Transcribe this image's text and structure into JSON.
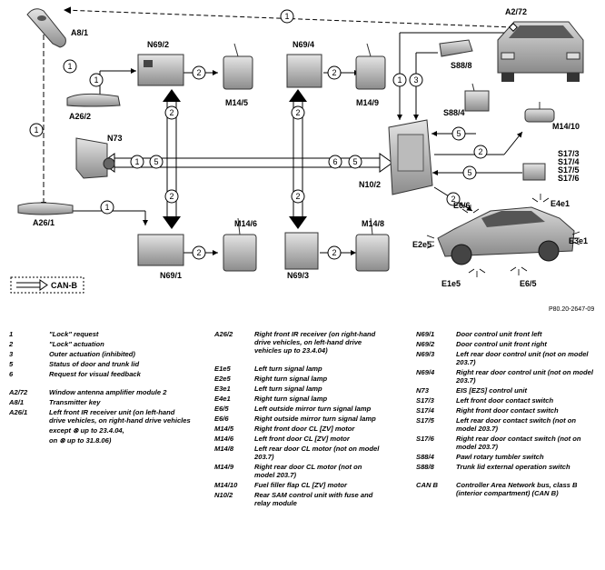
{
  "diagram": {
    "components": {
      "a8_1": "A8/1",
      "a26_2": "A26/2",
      "a26_1": "A26/1",
      "n69_2": "N69/2",
      "n69_4": "N69/4",
      "n69_1": "N69/1",
      "n69_3": "N69/3",
      "n73": "N73",
      "n10_2": "N10/2",
      "m14_5": "M14/5",
      "m14_9": "M14/9",
      "m14_6": "M14/6",
      "m14_8": "M14/8",
      "m14_10": "M14/10",
      "a2_72": "A2/72",
      "s88_8": "S88/8",
      "s88_4": "S88/4",
      "s17_3": "S17/3",
      "s17_4": "S17/4",
      "s17_5": "S17/5",
      "s17_6": "S17/6",
      "e6_6": "E6/6",
      "e6_5": "E6/5",
      "e4e1": "E4e1",
      "e3e1": "E3e1",
      "e2e5": "E2e5",
      "e1e5": "E1e5"
    },
    "signals": [
      "1",
      "2",
      "3",
      "5",
      "6"
    ],
    "canb_label": "CAN-B",
    "figure_id": "P80.20-2647-09"
  },
  "legend": {
    "col1": [
      {
        "code": "1",
        "text": "\"Lock\" request"
      },
      {
        "code": "2",
        "text": "\"Lock\" actuation"
      },
      {
        "code": "3",
        "text": "Outer actuation (inhibited)"
      },
      {
        "code": "5",
        "text": "Status of door and trunk lid"
      },
      {
        "code": "6",
        "text": "Request for visual feedback"
      },
      {
        "code": "",
        "text": ""
      },
      {
        "code": "A2/72",
        "text": "Window antenna amplifier module 2"
      },
      {
        "code": "A8/1",
        "text": "Transmitter key"
      },
      {
        "code": "A26/1",
        "text": "Left front IR receiver unit (on left-hand drive vehicles, on right-hand drive vehicles"
      },
      {
        "code": "",
        "text": "except ⊗ up to 23.4.04,"
      },
      {
        "code": "",
        "text": "on ⊗ up to 31.8.06)"
      }
    ],
    "col2": [
      {
        "code": "A26/2",
        "text": "Right front IR receiver (on right-hand drive vehicles, on left-hand drive vehicles up to 23.4.04)"
      },
      {
        "code": "",
        "text": ""
      },
      {
        "code": "E1e5",
        "text": "Left turn signal lamp"
      },
      {
        "code": "E2e5",
        "text": "Right turn signal lamp"
      },
      {
        "code": "E3e1",
        "text": "Left turn signal lamp"
      },
      {
        "code": "E4e1",
        "text": "Right turn signal lamp"
      },
      {
        "code": "E6/5",
        "text": "Left outside mirror turn signal lamp"
      },
      {
        "code": "E6/6",
        "text": "Right outside mirror turn signal lamp"
      },
      {
        "code": "M14/5",
        "text": "Right front door CL [ZV] motor"
      },
      {
        "code": "M14/6",
        "text": "Left front door CL [ZV] motor"
      },
      {
        "code": "M14/8",
        "text": "Left rear door CL motor (not on model 203.7)"
      },
      {
        "code": "M14/9",
        "text": "Right rear door CL motor (not on model 203.7)"
      },
      {
        "code": "M14/10",
        "text": "Fuel filler flap CL [ZV] motor"
      },
      {
        "code": "N10/2",
        "text": "Rear SAM control unit with fuse and relay module"
      }
    ],
    "col3": [
      {
        "code": "N69/1",
        "text": "Door control unit front left"
      },
      {
        "code": "N69/2",
        "text": "Door control unit front right"
      },
      {
        "code": "N69/3",
        "text": "Left rear door control unit (not on model 203.7)"
      },
      {
        "code": "N69/4",
        "text": "Right rear door control unit (not on model 203.7)"
      },
      {
        "code": "N73",
        "text": "EIS [EZS] control unit"
      },
      {
        "code": "S17/3",
        "text": "Left front door contact switch"
      },
      {
        "code": "S17/4",
        "text": "Right front door contact switch"
      },
      {
        "code": "S17/5",
        "text": "Left rear door contact switch (not on model 203.7)"
      },
      {
        "code": "S17/6",
        "text": "Right rear door contact switch (not on model 203.7)"
      },
      {
        "code": "S88/4",
        "text": "Pawl rotary tumbler switch"
      },
      {
        "code": "S88/8",
        "text": "Trunk lid external operation switch"
      },
      {
        "code": "",
        "text": ""
      },
      {
        "code": "CAN B",
        "text": "Controller Area Network bus, class B (interior compartment) (CAN B)"
      }
    ]
  }
}
